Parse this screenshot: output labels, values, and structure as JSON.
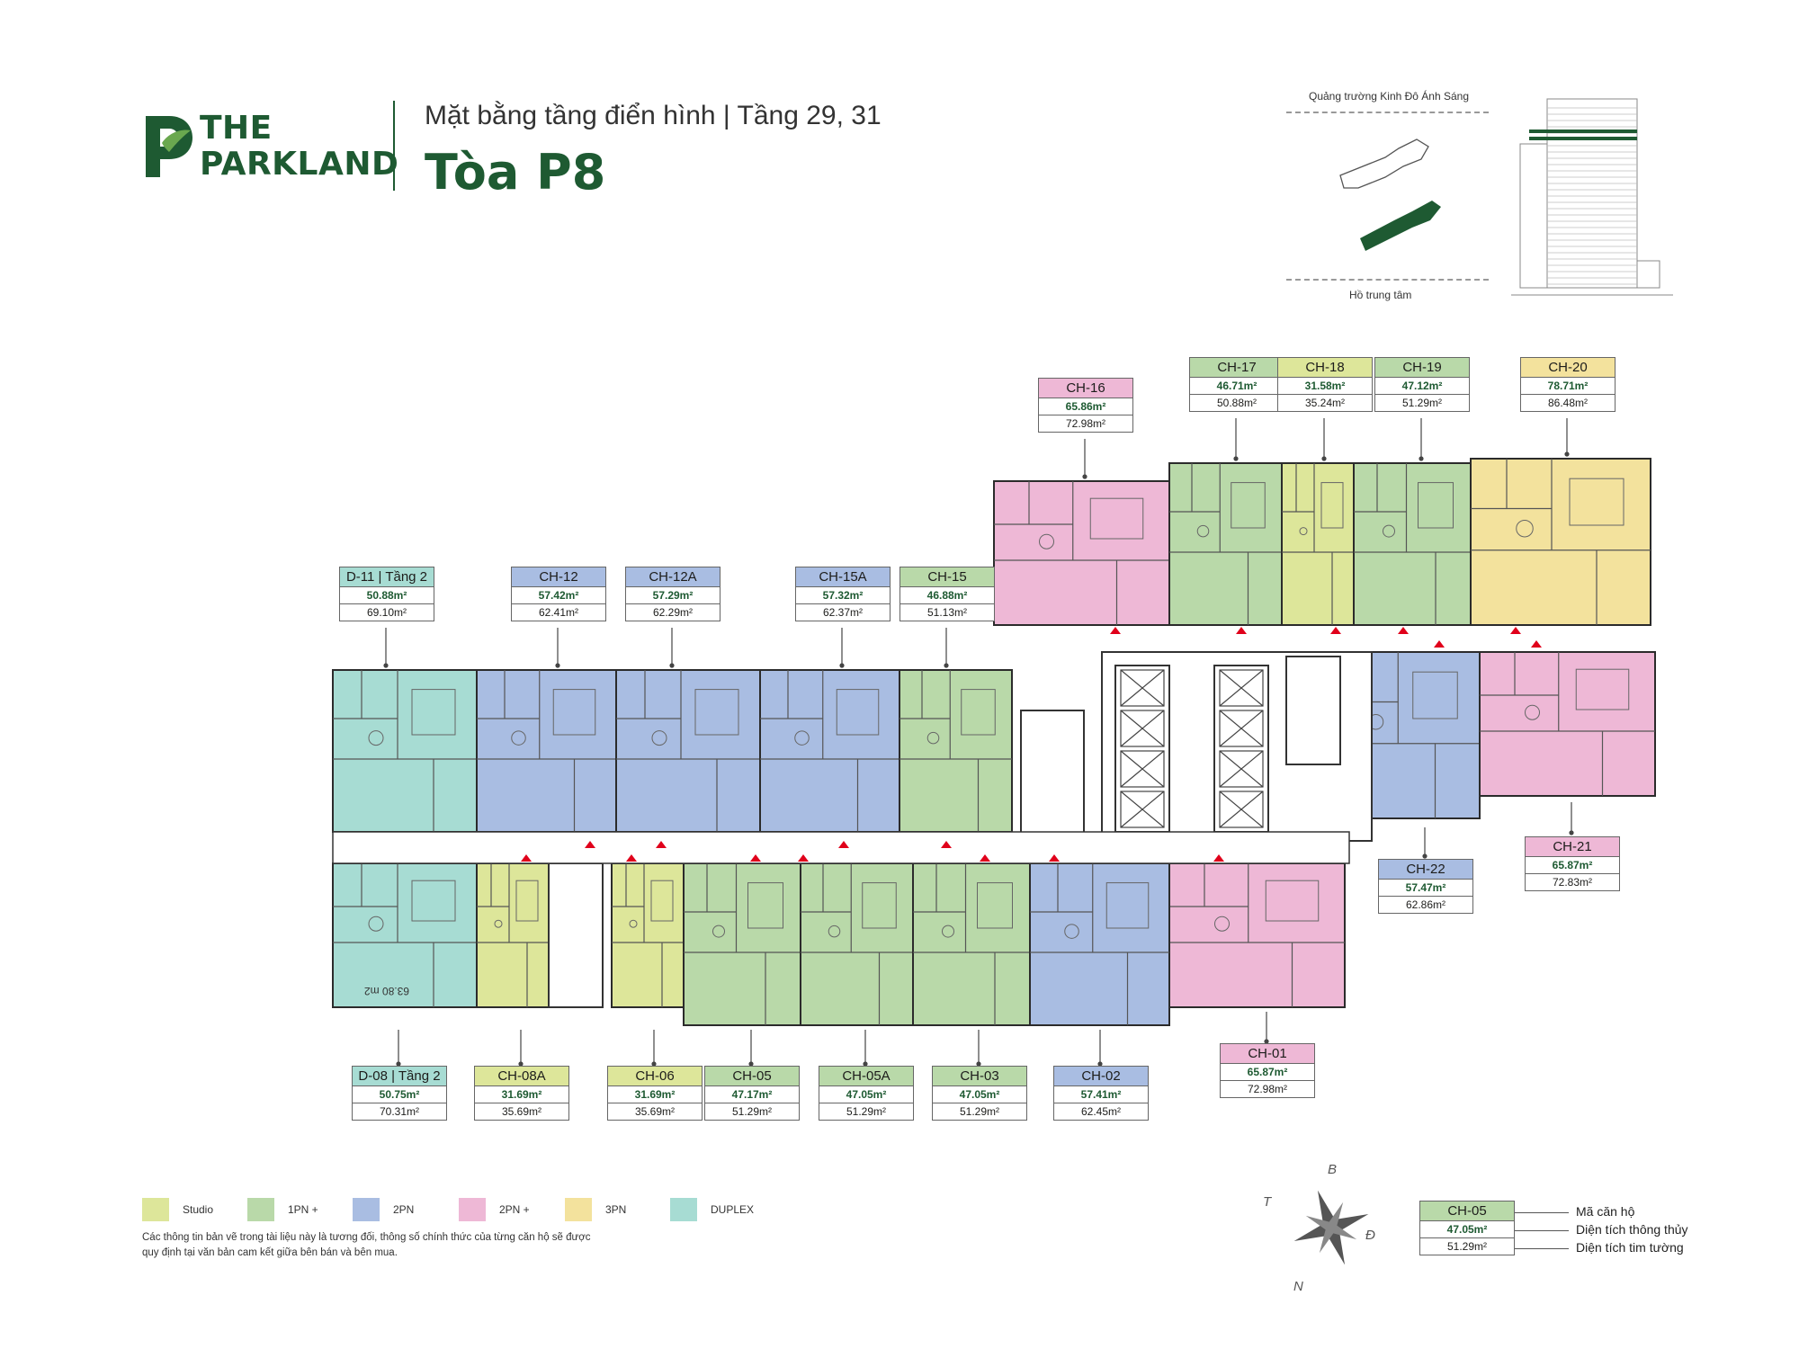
{
  "brand": {
    "line1": "THE",
    "line2": "PARKLAND"
  },
  "header": {
    "subtitle": "Mặt bằng tầng điển hình | Tầng 29, 31",
    "title": "Tòa P8"
  },
  "site_map": {
    "top_label": "Quảng trường Kinh Đô Ánh Sáng",
    "bottom_label": "Hồ trung tâm"
  },
  "colors": {
    "studio": "#dde69a",
    "1pn_plus": "#b9d9a9",
    "2pn": "#a9bde2",
    "2pn_plus": "#eeb8d6",
    "3pn": "#f3e29d",
    "duplex": "#a7dcd3",
    "brand": "#1e5a32"
  },
  "units": [
    {
      "code": "CH-16",
      "area_net": "65.86m²",
      "area_gross": "72.98m²",
      "type": "2pn_plus"
    },
    {
      "code": "CH-17",
      "area_net": "46.71m²",
      "area_gross": "50.88m²",
      "type": "1pn_plus"
    },
    {
      "code": "CH-18",
      "area_net": "31.58m²",
      "area_gross": "35.24m²",
      "type": "studio"
    },
    {
      "code": "CH-19",
      "area_net": "47.12m²",
      "area_gross": "51.29m²",
      "type": "1pn_plus"
    },
    {
      "code": "CH-20",
      "area_net": "78.71m²",
      "area_gross": "86.48m²",
      "type": "3pn"
    },
    {
      "code": "D-11 | Tầng 2",
      "area_net": "50.88m²",
      "area_gross": "69.10m²",
      "type": "duplex"
    },
    {
      "code": "CH-12",
      "area_net": "57.42m²",
      "area_gross": "62.41m²",
      "type": "2pn"
    },
    {
      "code": "CH-12A",
      "area_net": "57.29m²",
      "area_gross": "62.29m²",
      "type": "2pn"
    },
    {
      "code": "CH-15A",
      "area_net": "57.32m²",
      "area_gross": "62.37m²",
      "type": "2pn"
    },
    {
      "code": "CH-15",
      "area_net": "46.88m²",
      "area_gross": "51.13m²",
      "type": "1pn_plus"
    },
    {
      "code": "CH-22",
      "area_net": "57.47m²",
      "area_gross": "62.86m²",
      "type": "2pn"
    },
    {
      "code": "CH-21",
      "area_net": "65.87m²",
      "area_gross": "72.83m²",
      "type": "2pn_plus"
    },
    {
      "code": "CH-01",
      "area_net": "65.87m²",
      "area_gross": "72.98m²",
      "type": "2pn_plus"
    },
    {
      "code": "D-08 | Tầng 2",
      "area_net": "50.75m²",
      "area_gross": "70.31m²",
      "type": "duplex"
    },
    {
      "code": "CH-08A",
      "area_net": "31.69m²",
      "area_gross": "35.69m²",
      "type": "studio"
    },
    {
      "code": "CH-06",
      "area_net": "31.69m²",
      "area_gross": "35.69m²",
      "type": "studio"
    },
    {
      "code": "CH-05",
      "area_net": "47.17m²",
      "area_gross": "51.29m²",
      "type": "1pn_plus"
    },
    {
      "code": "CH-05A",
      "area_net": "47.05m²",
      "area_gross": "51.29m²",
      "type": "1pn_plus"
    },
    {
      "code": "CH-03",
      "area_net": "47.05m²",
      "area_gross": "51.29m²",
      "type": "1pn_plus"
    },
    {
      "code": "CH-02",
      "area_net": "57.41m²",
      "area_gross": "62.45m²",
      "type": "2pn"
    }
  ],
  "plan_note": "63.80 m2",
  "legend": [
    {
      "label": "Studio",
      "color": "#dde69a"
    },
    {
      "label": "1PN +",
      "color": "#b9d9a9"
    },
    {
      "label": "2PN",
      "color": "#a9bde2"
    },
    {
      "label": "2PN +",
      "color": "#eeb8d6"
    },
    {
      "label": "3PN",
      "color": "#f3e29d"
    },
    {
      "label": "DUPLEX",
      "color": "#a7dcd3"
    }
  ],
  "disclaimer": "Các thông tin bản vẽ trong tài liệu này là tương đối, thông số chính thức của từng căn hộ sẽ được quy định tại văn bản cam kết giữa bên bán và bên mua.",
  "compass": {
    "n": "B",
    "e": "Đ",
    "s": "N",
    "w": "T"
  },
  "key": {
    "sample": {
      "code": "CH-05",
      "area_net": "47.05m²",
      "area_gross": "51.29m²"
    },
    "code_desc": "Mã căn hộ",
    "net_desc": "Diện tích thông thủy",
    "gross_desc": "Diện tích tim tường"
  }
}
